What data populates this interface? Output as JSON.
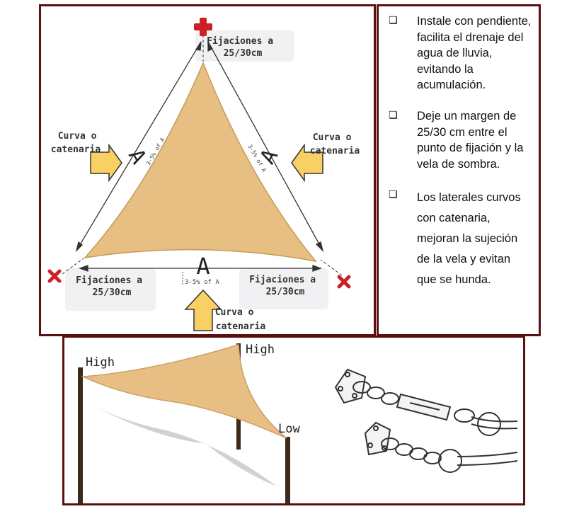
{
  "diagram": {
    "fix_top": [
      "Fijaciones a",
      "25/30cm"
    ],
    "fix_left": [
      "Fijaciones a",
      "25/30cm"
    ],
    "fix_right": [
      "Fijaciones a",
      "25/30cm"
    ],
    "curve_left": [
      "Curva o",
      "catenaria"
    ],
    "curve_right": [
      "Curva o",
      "catenaria"
    ],
    "curve_bottom": [
      "Curva o",
      "catenaria"
    ],
    "sag_letter": "A",
    "sag_label": "3-5% of A",
    "colors": {
      "sail": "#e7bf83",
      "marker": "#cc1f26",
      "arrow": "#f9d064",
      "frame": "#5c0f10"
    }
  },
  "tips": [
    {
      "box": "❏",
      "text": "Instale con pendiente, facilita el drenaje del agua de lluvia, evitando la acumulación."
    },
    {
      "box": "❏",
      "text": "Deje un margen de 25/30 cm entre el punto de fijación y la vela de sombra."
    },
    {
      "box": "❏",
      "text": "Los laterales curvos con catenaria, mejoran la sujeción de la vela y evitan que se hunda."
    }
  ],
  "install": {
    "high_left": "High",
    "high_right": "High",
    "low": "Low"
  }
}
